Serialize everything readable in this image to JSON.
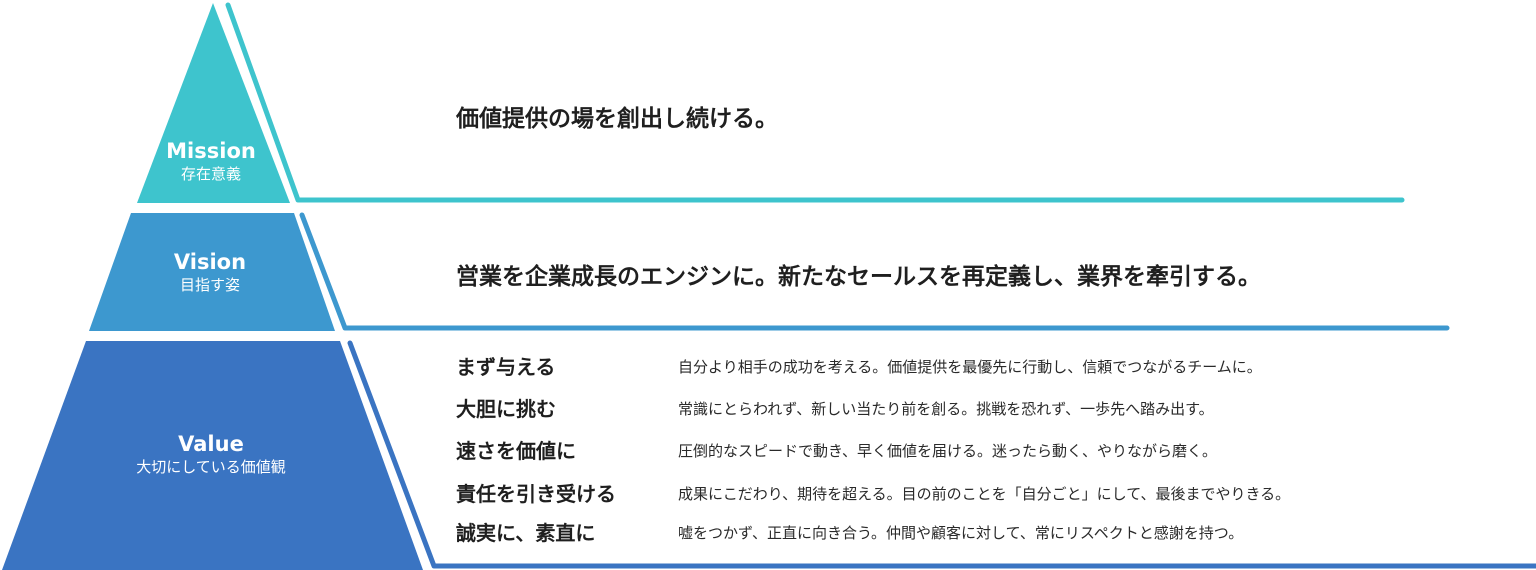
{
  "colors": {
    "mission": "#3ec4cd",
    "vision": "#3d98cf",
    "value": "#3a74c2"
  },
  "tiers": {
    "mission": {
      "title": "Mission",
      "subtitle": "存在意義",
      "statement": "価値提供の場を創出し続ける。"
    },
    "vision": {
      "title": "Vision",
      "subtitle": "目指す姿",
      "statement": "営業を企業成長のエンジンに。新たなセールスを再定義し、業界を牽引する。"
    },
    "value": {
      "title": "Value",
      "subtitle": "大切にしている価値観",
      "items": [
        {
          "name": "まず与える",
          "description": "自分より相手の成功を考える。価値提供を最優先に行動し、信頼でつながるチームに。"
        },
        {
          "name": "大胆に挑む",
          "description": "常識にとらわれず、新しい当たり前を創る。挑戦を恐れず、一歩先へ踏み出す。"
        },
        {
          "name": "速さを価値に",
          "description": "圧倒的なスピードで動き、早く価値を届ける。迷ったら動く、やりながら磨く。"
        },
        {
          "name": "責任を引き受ける",
          "description": "成果にこだわり、期待を超える。目の前のことを「自分ごと」にして、最後までやりきる。"
        },
        {
          "name": "誠実に、素直に",
          "description": "嘘をつかず、正直に向き合う。仲間や顧客に対して、常にリスペクトと感謝を持つ。"
        }
      ]
    }
  }
}
